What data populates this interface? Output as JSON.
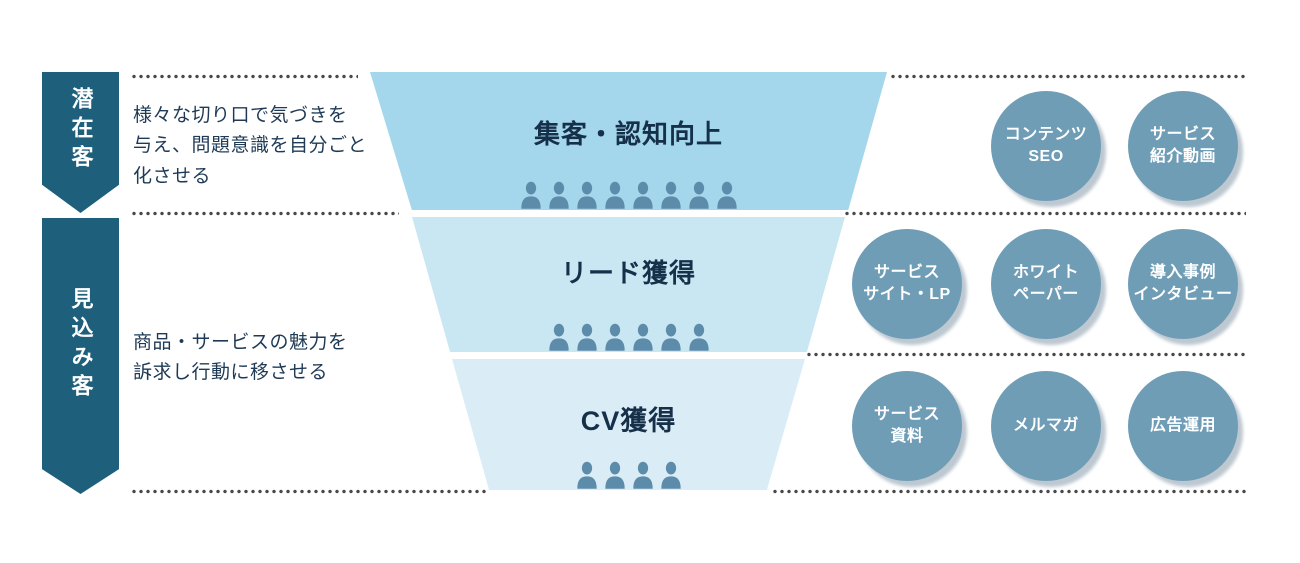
{
  "colors": {
    "arrow": "#1e5f7c",
    "tier1": "#a4d7ec",
    "tier2": "#c9e6f3",
    "tier3": "#daedf7",
    "person": "#5d8cab",
    "circle": "#6f9db6",
    "circle_shadow": "#bdc8d1",
    "heading_text": "#17304a",
    "body_text": "#1e3a56",
    "dots": "#4a4a4a"
  },
  "audiences": [
    {
      "label": "潜在客",
      "description": "様々な切り口で気づきを\n与え、問題意識を自分ごと\n化させる"
    },
    {
      "label": "見込み客",
      "description": "商品・サービスの魅力を\n訴求し行動に移させる"
    }
  ],
  "funnel": {
    "tiers": [
      {
        "label": "集客・認知向上",
        "people": 8
      },
      {
        "label": "リード獲得",
        "people": 6
      },
      {
        "label": "CV獲得",
        "people": 4
      }
    ]
  },
  "tactics": {
    "rows": [
      {
        "items": [
          {
            "label": "コンテンツ\nSEO"
          },
          {
            "label": "サービス\n紹介動画"
          }
        ]
      },
      {
        "items": [
          {
            "label": "サービス\nサイト・LP"
          },
          {
            "label": "ホワイト\nペーパー"
          },
          {
            "label": "導入事例\nインタビュー"
          }
        ]
      },
      {
        "items": [
          {
            "label": "サービス\n資料"
          },
          {
            "label": "メルマガ"
          },
          {
            "label": "広告運用"
          }
        ]
      }
    ]
  }
}
